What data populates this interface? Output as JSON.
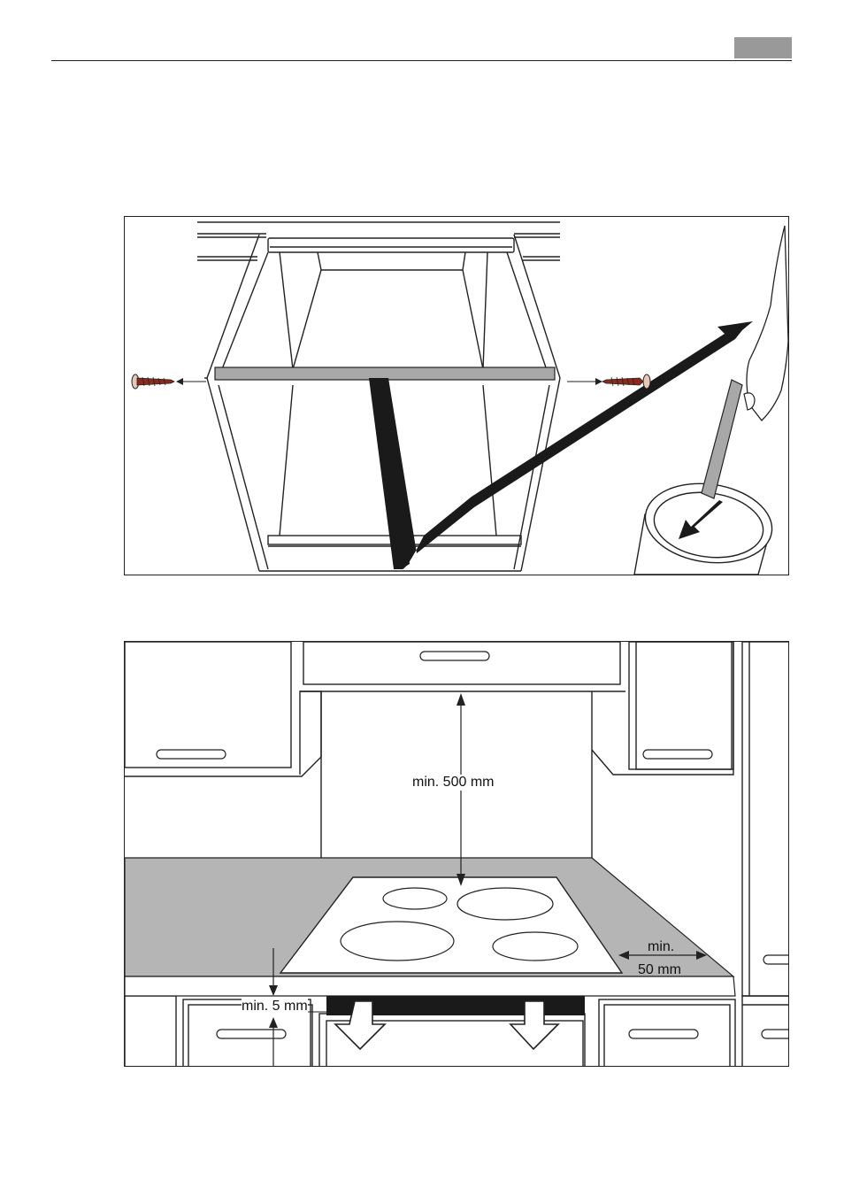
{
  "header": {
    "tab_color": "#999999"
  },
  "figure1": {
    "description_icons": [
      "cabinet-icon",
      "screw-icon",
      "bin-icon",
      "hand-icon",
      "arrow-icon"
    ],
    "colors": {
      "strip": "#a8a8a8",
      "arrow": "#1a1a1a"
    }
  },
  "figure2": {
    "labels": {
      "min_500": "min. 500 mm",
      "min_50_line1": "min.",
      "min_50_line2": "50 mm",
      "min_5": "min. 5 mm"
    },
    "colors": {
      "worktop": "#b5b5b5",
      "vent": "#1a1a1a"
    }
  }
}
